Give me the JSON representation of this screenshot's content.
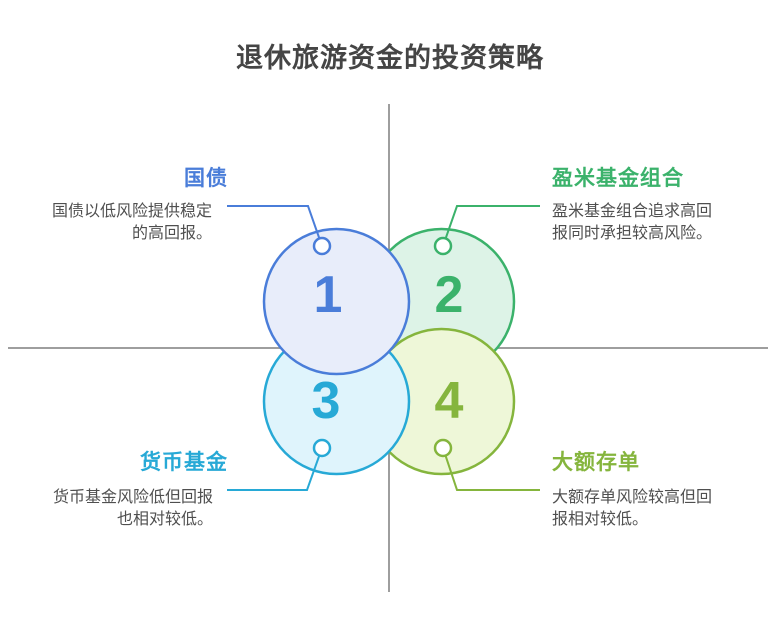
{
  "title": "退休旅游资金的投资策略",
  "colors": {
    "guide_line": "#9e9e9e",
    "title_text": "#454545",
    "body_text": "#4f4f4f",
    "accent_blue": "#4a7dd9",
    "accent_green": "#3bb26b",
    "accent_cyan": "#27a9d6",
    "accent_olive": "#85b53d"
  },
  "quadrants": [
    {
      "id": "guozhai",
      "number": "1",
      "heading": "国债",
      "desc_line1": "国债以低风险提供稳定",
      "desc_line2": "的高回报。",
      "accent": "#4a7dd9",
      "fill": "#e8edfa"
    },
    {
      "id": "yingmi",
      "number": "2",
      "heading": "盈米基金组合",
      "desc_line1": "盈米基金组合追求高回",
      "desc_line2": "报同时承担较高风险。",
      "accent": "#3bb26b",
      "fill": "#ddf3e7"
    },
    {
      "id": "huobi",
      "number": "3",
      "heading": "货币基金",
      "desc_line1": "货币基金风险低但回报",
      "desc_line2": "也相对较低。",
      "accent": "#27a9d6",
      "fill": "#dff4fc"
    },
    {
      "id": "dacunkun",
      "number": "4",
      "heading": "大额存单",
      "desc_line1": "大额存单风险较高但回",
      "desc_line2": "报相对较低。",
      "accent": "#85b53d",
      "fill": "#eef7d8"
    }
  ]
}
